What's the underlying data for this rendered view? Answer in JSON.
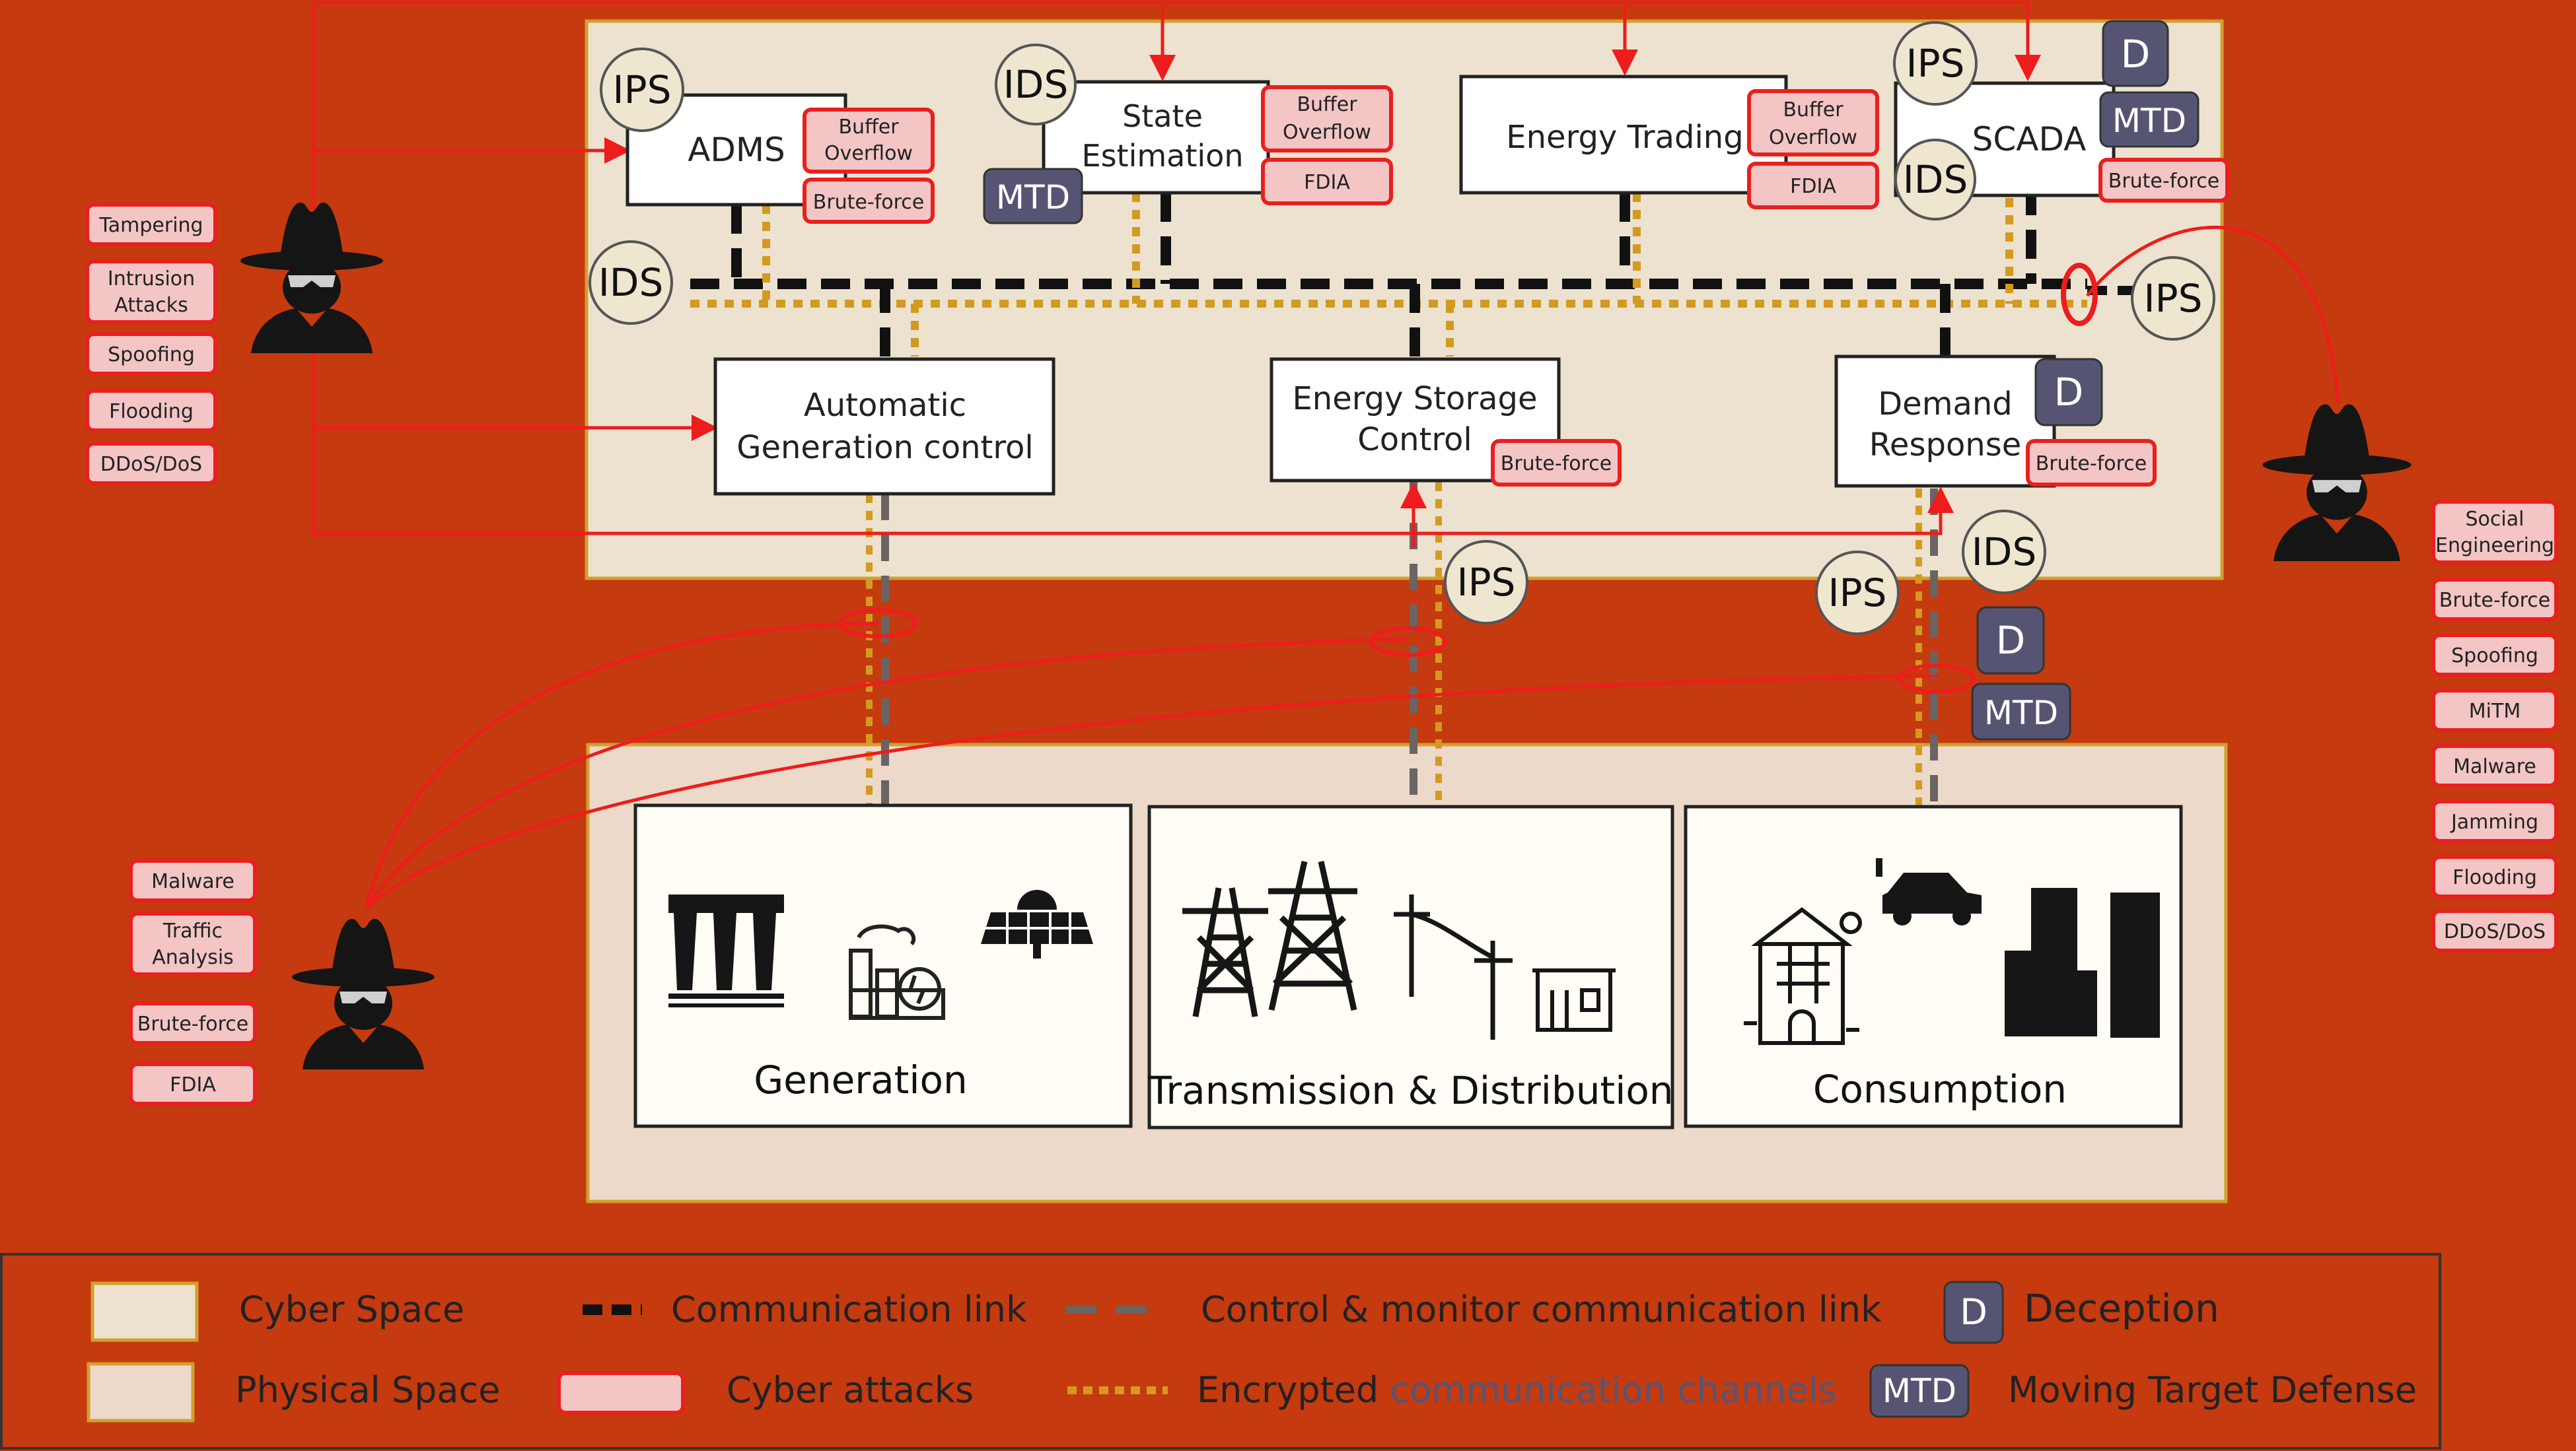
{
  "colors": {
    "background": "#c53a0f",
    "cyber_space": "#ece2cf",
    "physical_space": "#ecd9c9",
    "attack_fill": "#f3c5c5",
    "attack_border": "#e8201e",
    "defense_fill": "#555573",
    "comm_link": "#111111",
    "control_link": "#6a6463",
    "encrypted": "#d49a20",
    "threat_line": "#ee1c1c"
  },
  "cyber_nodes": {
    "adms": "ADMS",
    "state_estimation": [
      "State",
      "Estimation"
    ],
    "energy_trading": "Energy Trading",
    "scada": "SCADA",
    "agc": [
      "Automatic",
      "Generation control"
    ],
    "esc": [
      "Energy Storage",
      "Control"
    ],
    "dr": [
      "Demand",
      "Response"
    ]
  },
  "physical_nodes": {
    "generation": "Generation",
    "transmission": "Transmission & Distribution",
    "consumption": "Consumption"
  },
  "defenses": {
    "ips": "IPS",
    "ids": "IDS",
    "mtd": "MTD",
    "deception": "D"
  },
  "node_attacks": {
    "buffer_overflow": [
      "Buffer",
      "Overflow"
    ],
    "brute_force": "Brute-force",
    "fdia": "FDIA"
  },
  "attacker_groups": {
    "left_top": [
      [
        "Tampering"
      ],
      [
        "Intrusion",
        "Attacks"
      ],
      [
        "Spoofing"
      ],
      [
        "Flooding"
      ],
      [
        "DDoS/DoS"
      ]
    ],
    "left_bottom": [
      [
        "Malware"
      ],
      [
        "Traffic",
        "Analysis"
      ],
      [
        "Brute-force"
      ],
      [
        "FDIA"
      ]
    ],
    "right": [
      [
        "Social",
        "Engineering"
      ],
      [
        "Brute-force"
      ],
      [
        "Spoofing"
      ],
      [
        "MiTM"
      ],
      [
        "Malware"
      ],
      [
        "Jamming"
      ],
      [
        "Flooding"
      ],
      [
        "DDoS/DoS"
      ]
    ]
  },
  "legend": {
    "cyber_space": "Cyber Space",
    "physical_space": "Physical Space",
    "comm_link": "Communication link",
    "cyber_attacks": "Cyber attacks",
    "control_link": "Control & monitor communication link",
    "encrypted_prefix": "Encrypted ",
    "encrypted_suffix": "communication channels",
    "deception_badge": "D",
    "deception": "Deception",
    "mtd_badge": "MTD",
    "mtd": "Moving Target Defense"
  }
}
